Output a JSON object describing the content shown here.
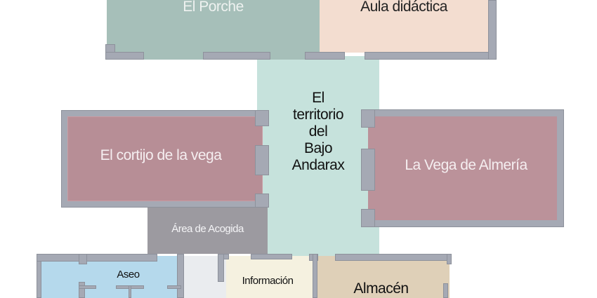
{
  "rooms": {
    "porche": {
      "label": "El Porche",
      "color": "#a6bfb9"
    },
    "aula": {
      "label": "Aula didáctica",
      "color": "#f3ddd0"
    },
    "territorio": {
      "label_lines": [
        "El",
        "territorio",
        "del",
        "Bajo",
        "Andarax"
      ],
      "color": "#c6e2dc"
    },
    "cortijo": {
      "label": "El cortijo de la vega",
      "color": "#b78e96"
    },
    "vega": {
      "label": "La Vega de Almería",
      "color": "#bb929a"
    },
    "acogida": {
      "label": "Área de Acogida",
      "color": "#9c9aa0"
    },
    "aseo": {
      "label": "Aseo",
      "color": "#b5d9ec"
    },
    "informacion": {
      "label": "Información",
      "color": "#f5f1e0"
    },
    "almacen": {
      "label": "Almacén",
      "color": "#dfd0b8"
    }
  },
  "colors": {
    "wall": "#a5a9b4",
    "hall": "#eaecef"
  }
}
